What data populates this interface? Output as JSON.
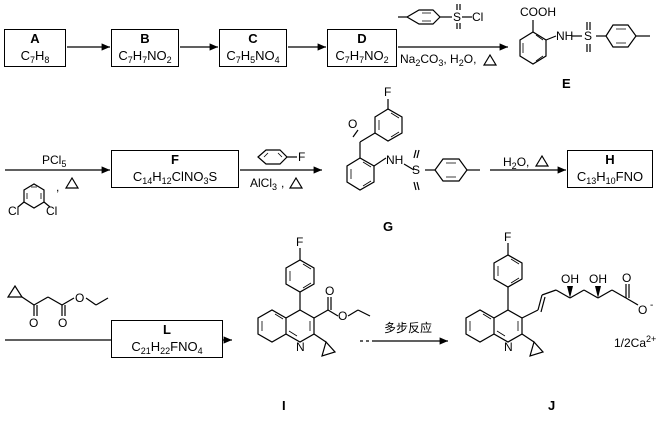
{
  "compounds": {
    "A": {
      "label": "A",
      "formula": "C7H8"
    },
    "B": {
      "label": "B",
      "formula": "C7H7NO2"
    },
    "C": {
      "label": "C",
      "formula": "C7H5NO4"
    },
    "D": {
      "label": "D",
      "formula": "C7H7NO2"
    },
    "E": {
      "label": "E"
    },
    "F": {
      "label": "F",
      "formula": "C14H12ClNO3S"
    },
    "G": {
      "label": "G"
    },
    "H": {
      "label": "H",
      "formula": "C13H10FNO"
    },
    "I": {
      "label": "I"
    },
    "J": {
      "label": "J"
    },
    "L": {
      "label": "L",
      "formula": "C21H22FNO4"
    }
  },
  "conditions": {
    "step4_reagent": "Na2CO3, H2O,",
    "step5_reagent": "PCl5",
    "step6_reagent": "AlCl3",
    "step7_reagent": "H2O,",
    "step10_reagent": "多步反应",
    "counterion": "1/2Ca2+"
  },
  "atom_labels": {
    "S": "S",
    "Cl": "Cl",
    "O": "O",
    "N": "N",
    "H": "H",
    "F": "F",
    "NH": "NH",
    "COOH": "COOH",
    "OH": "OH",
    "minus": "-"
  }
}
